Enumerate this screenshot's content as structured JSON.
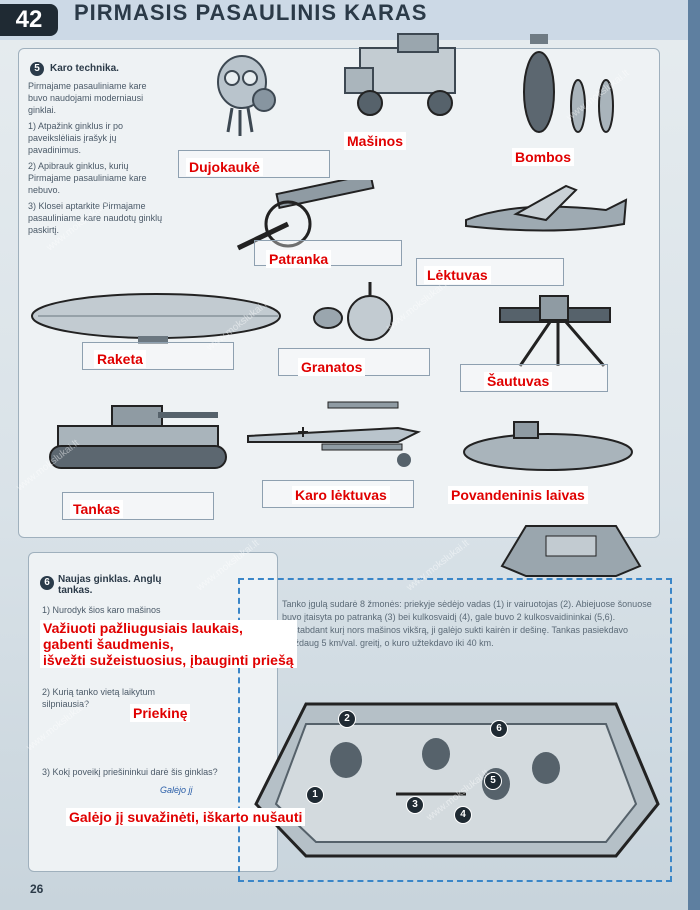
{
  "header": {
    "page_number": "42",
    "chapter_title": "PIRMASIS PASAULINIS KARAS"
  },
  "section5": {
    "badge": "5",
    "title": "Karo technika.",
    "intro": "Pirmajame pasauliniame kare buvo naudojami moderniausi ginklai.",
    "steps": [
      "1) Atpažink ginklus ir po paveikslėliais įrašyk jų pavadinimus.",
      "2) Apibrauk ginklus, kurių Pirmajame pasauliniame kare nebuvo.",
      "3) Klosei aptarkite Pirmajame pasauliniame kare naudotų ginklų paskirtį."
    ],
    "labels": {
      "dujokauke": "Dujokaukė",
      "masinos": "Mašinos",
      "bombos": "Bombos",
      "patranka": "Patranka",
      "lektuvas": "Lėktuvas",
      "raketa": "Raketa",
      "granatos": "Granatos",
      "sautuvas": "Šautuvas",
      "tankas": "Tankas",
      "karo_lektuvas": "Karo lėktuvas",
      "povandeninis_laivas": "Povandeninis laivas"
    }
  },
  "section6": {
    "badge": "6",
    "title": "Naujas ginklas. Anglų tankas.",
    "q1": "1) Nurodyk šios karo mašinos",
    "q2": "2) Kurią tanko vietą laikytum silpniausia?",
    "q3": "3) Kokį poveikį priešininkui darė šis ginklas?",
    "text": "Tanko įgulą sudarė 8 žmonės: priekyje sėdėjo vadas (1) ir vairuotojas (2). Abiejuose šonuose buvo įtaisyta po patranką (3) bei kulkosvaidį (4), gale buvo 2 kulkosvaidininkai (5,6). Pristabdant kurį nors mašinos vikšrą, ji galėjo sukti kairėn ir dešinę. Tankas pasiekdavo maždaug 5 km/val. greitį, o kuro užtekdavo iki 40 km.",
    "answer1_lines": [
      "Važiuoti pažliugusiais laukais,",
      "gabenti šaudmenis,",
      "išvežti sužeistuosius, įbauginti priešą"
    ],
    "answer2": "Priekinę",
    "answer3": "Galėjo jį suvažinėti, iškarto nušauti",
    "handwritten3": "Galėjo jį",
    "tank_numbers": [
      "1",
      "2",
      "3",
      "4",
      "5",
      "6"
    ]
  },
  "footer": {
    "page_number": "26"
  },
  "watermark": "www.mokslukai.lt"
}
